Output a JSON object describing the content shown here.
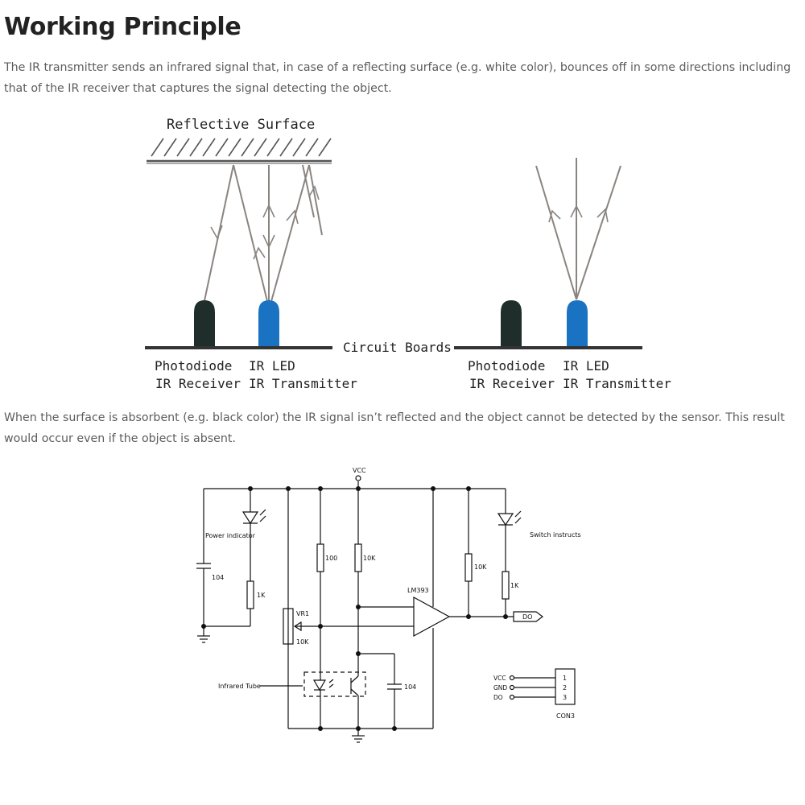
{
  "heading": "Working Principle",
  "para1": "The IR transmitter sends an infrared signal that, in case of a reflecting surface (e.g. white color), bounces off in some directions including that of the IR receiver that captures the signal detecting the object.",
  "para2": "When the surface is absorbent (e.g. black color) the IR signal isn’t reflected and the object cannot be detected by the sensor. This result would occur even if the object is absent.",
  "diagram": {
    "surface_label": "Reflective Surface",
    "board_label": "Circuit Boards",
    "left": {
      "photodiode": "Photodiode",
      "ir_led": "IR LED",
      "receiver": "IR Receiver",
      "transmitter": "IR Transmitter"
    },
    "right": {
      "photodiode": "Photodiode",
      "ir_led": "IR LED",
      "receiver": "IR Receiver",
      "transmitter": "IR Transmitter"
    },
    "colors": {
      "photodiode": "#1f2e2b",
      "ir_led": "#1a73c2",
      "ray": "#8a8480"
    }
  },
  "schematic": {
    "vcc": "VCC",
    "power_indicator": "Power indicator",
    "c1": "104",
    "r1": "1K",
    "r2": "100",
    "r3": "10K",
    "vr1": "VR1",
    "vr1_value": "10K",
    "opamp": "LM393",
    "r4": "10K",
    "r5": "1K",
    "switch_label": "Switch instructs",
    "do_out": "DO",
    "infrared_tube": "Infrared Tube",
    "c2": "104",
    "con_pins": [
      "VCC",
      "GND",
      "DO"
    ],
    "con_numbers": [
      "1",
      "2",
      "3"
    ],
    "con_name": "CON3"
  }
}
